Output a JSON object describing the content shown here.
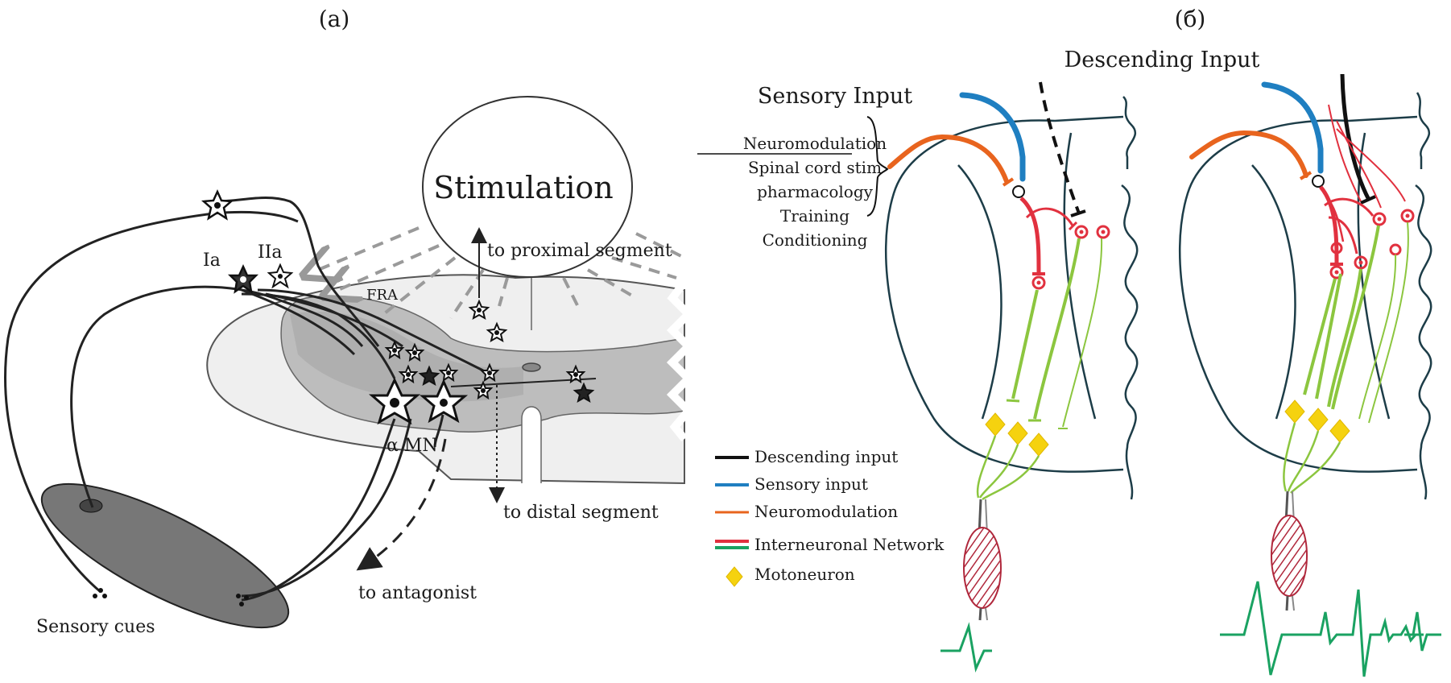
{
  "panel_a": {
    "label": "(a)",
    "stimulation": "Stimulation",
    "to_proximal": "to proximal segment",
    "to_distal": "to distal segment",
    "to_antagonist": "to antagonist",
    "sensory_cues": "Sensory cues",
    "ia": "Ia",
    "iia": "IIa",
    "fra": "FRA",
    "alpha_mn": "α MN"
  },
  "panel_b": {
    "label": "(б)",
    "descending_input": "Descending Input",
    "sensory_input": "Sensory Input",
    "list_title": "Neuromodulation",
    "list_items": [
      "Spinal cord stim",
      "pharmacology",
      "Training",
      "Conditioning"
    ]
  },
  "legend": {
    "items": [
      {
        "label": "Descending input",
        "color": "#111111"
      },
      {
        "label": "Sensory input",
        "color": "#1f7fc1"
      },
      {
        "label": "Neuromodulation",
        "color": "#e8641e"
      },
      {
        "label": "Interneuronal Network",
        "color": "#e1313f",
        "color2": "#1aa262"
      },
      {
        "label": "Motoneuron",
        "color": "#f5d20f"
      }
    ]
  },
  "colors": {
    "descending": "#111111",
    "sensory": "#1f7fc1",
    "neuromodulation": "#e8641e",
    "interneuron_red": "#e1313f",
    "interneuron_green": "#8cc63f",
    "motoneuron": "#f5d20f",
    "emg": "#1aa262",
    "muscle": "#b0283c"
  }
}
